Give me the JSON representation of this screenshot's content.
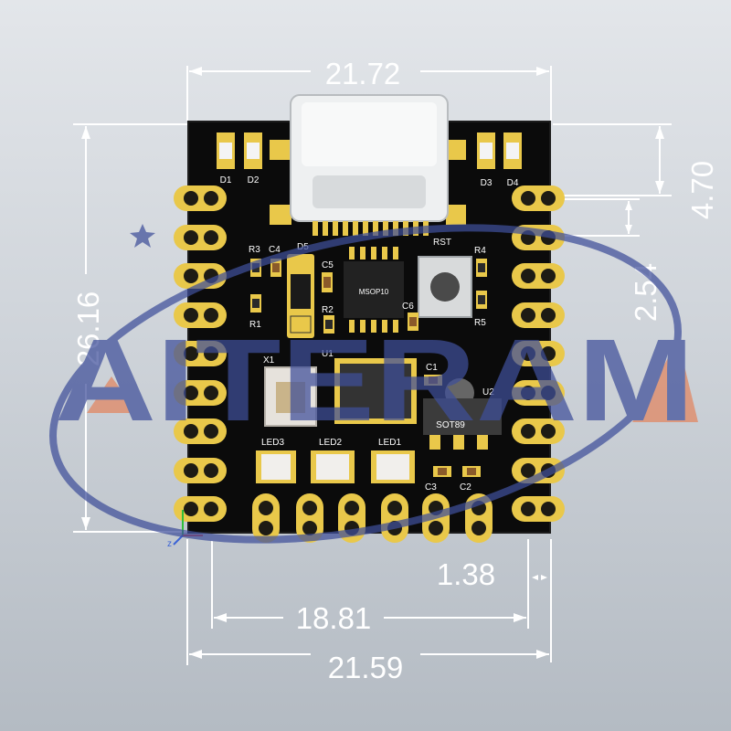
{
  "dimensions": {
    "top_width": "21.72",
    "height": "26.16",
    "usb_offset": "4.70",
    "pin_pitch": "2.54",
    "pad_width": "1.38",
    "inner_width": "18.81",
    "bottom_width": "21.59"
  },
  "silkscreen": {
    "d1": "D1",
    "d2": "D2",
    "d3": "D3",
    "d4": "D4",
    "d5": "D5",
    "r1": "R1",
    "r2": "R2",
    "r3": "R3",
    "r4": "R4",
    "r5": "R5",
    "c1": "C1",
    "c2": "C2",
    "c3": "C3",
    "c4": "C4",
    "c5": "C5",
    "c6": "C6",
    "rst": "RST",
    "u1": "U1",
    "u2": "U2",
    "x1": "X1",
    "sot89": "SOT89",
    "msop": "MSOP10",
    "led1": "LED1",
    "led2": "LED2",
    "led3": "LED3"
  },
  "watermark": {
    "text": "AITERAM"
  },
  "axis": {
    "z": "z"
  },
  "colors": {
    "board": "#0b0b0b",
    "pad": "#e9c84a",
    "watermark_blue": "#3f4f9a",
    "watermark_orange": "#e2855f",
    "dimension": "#ffffff"
  }
}
